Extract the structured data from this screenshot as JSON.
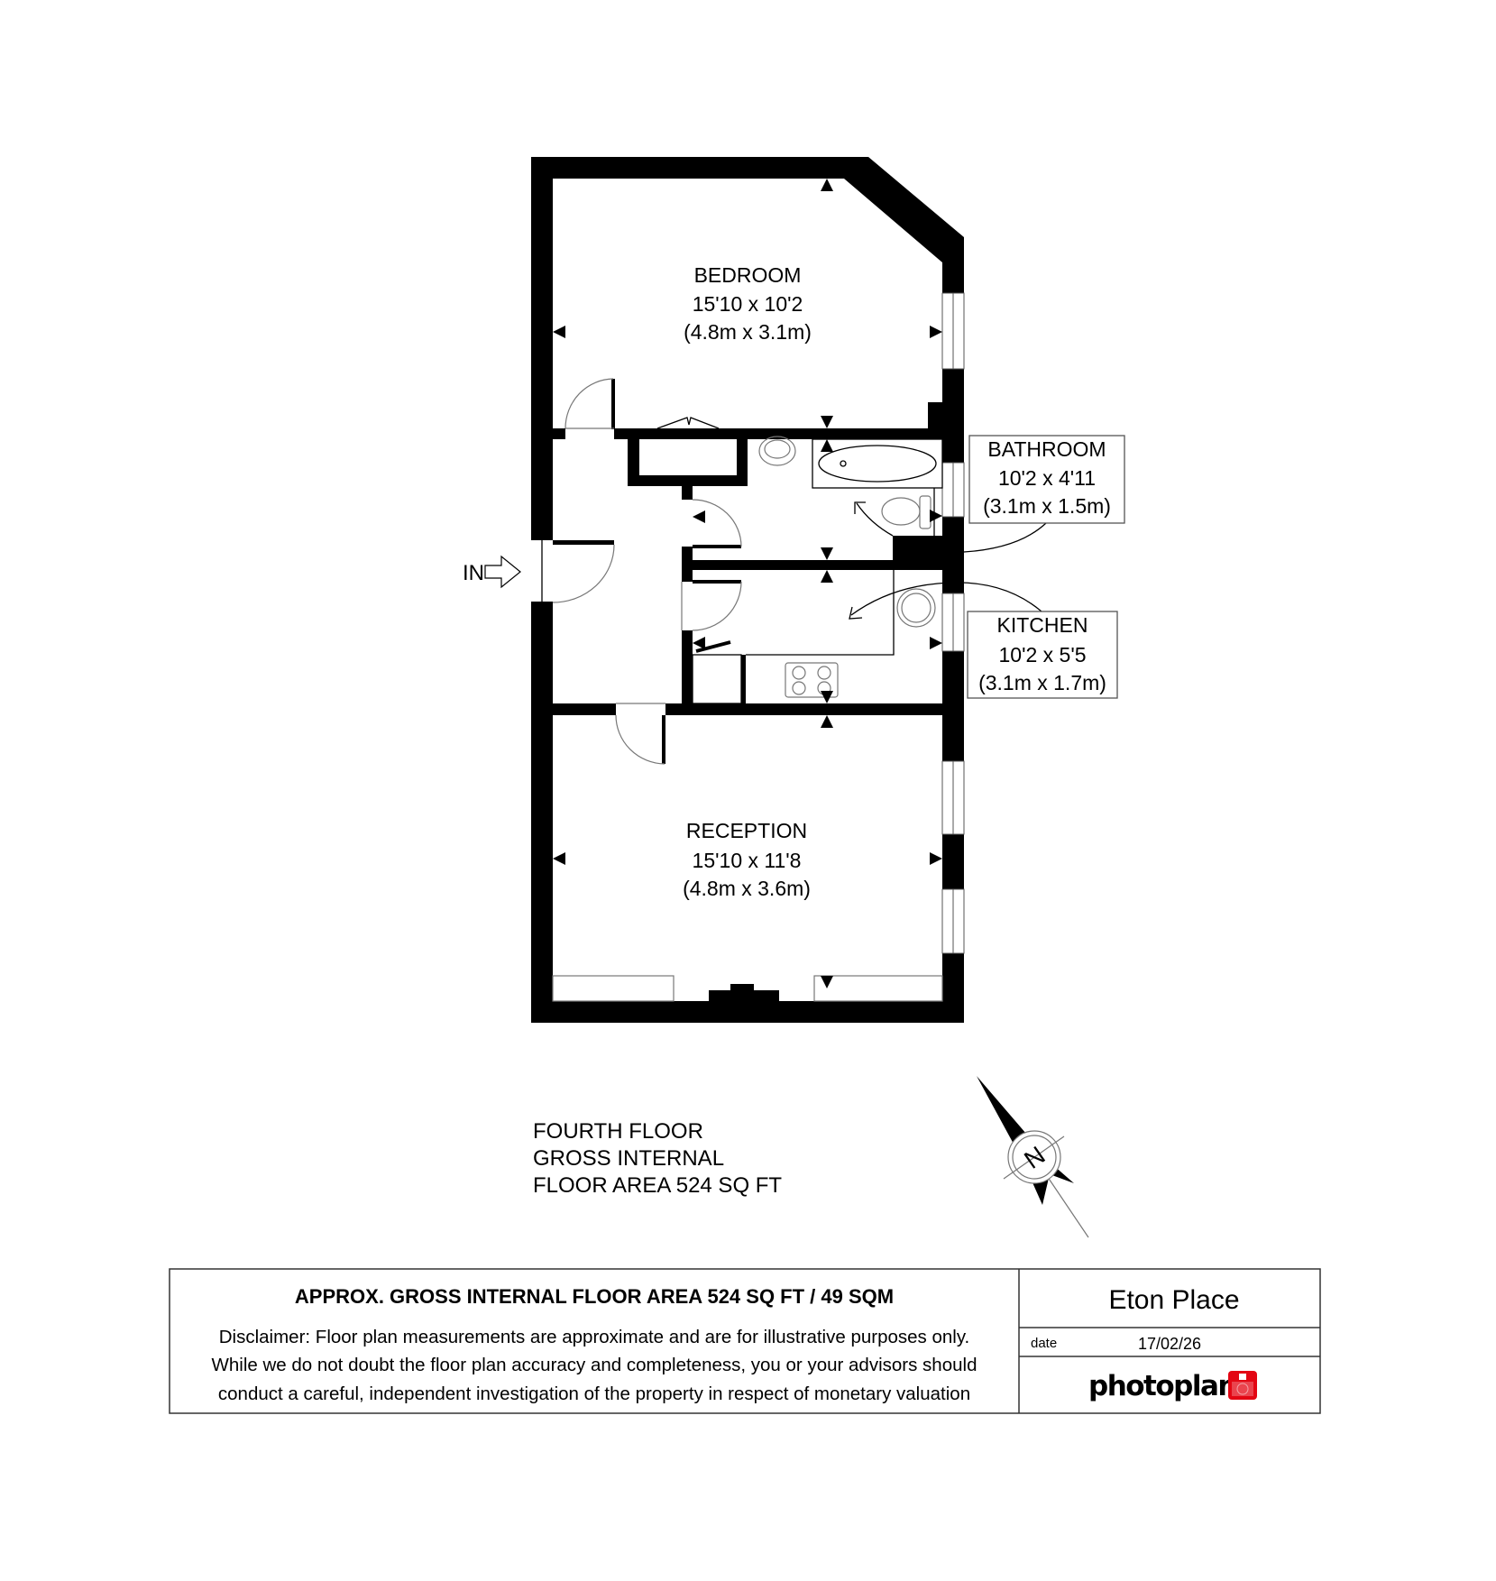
{
  "rooms": {
    "bedroom": {
      "name": "BEDROOM",
      "imperial": "15'10 x 10'2",
      "metric": "(4.8m x 3.1m)"
    },
    "bathroom": {
      "name": "BATHROOM",
      "imperial": "10'2 x 4'11",
      "metric": "(3.1m x 1.5m)"
    },
    "kitchen": {
      "name": "KITCHEN",
      "imperial": "10'2 x 5'5",
      "metric": "(3.1m x 1.7m)"
    },
    "reception": {
      "name": "RECEPTION",
      "imperial": "15'10 x 11'8",
      "metric": "(4.8m x 3.6m)"
    }
  },
  "entrance_label": "IN",
  "compass_label": "N",
  "floor_info": {
    "line1": "FOURTH FLOOR",
    "line2": "GROSS INTERNAL",
    "line3": "FLOOR AREA 524 SQ FT"
  },
  "footer": {
    "heading": "APPROX. GROSS INTERNAL FLOOR AREA 524 SQ FT / 49 SQM",
    "disclaimer": [
      "Disclaimer: Floor plan measurements are approximate and are for illustrative purposes only.",
      "While we do not doubt the floor plan accuracy and completeness, you or your advisors should",
      "conduct a careful, independent investigation of the property in respect of monetary valuation"
    ],
    "property_name": "Eton Place",
    "date_label": "date",
    "date_value": "17/02/26",
    "brand": "photoplan",
    "brand_color": "#e30613"
  }
}
